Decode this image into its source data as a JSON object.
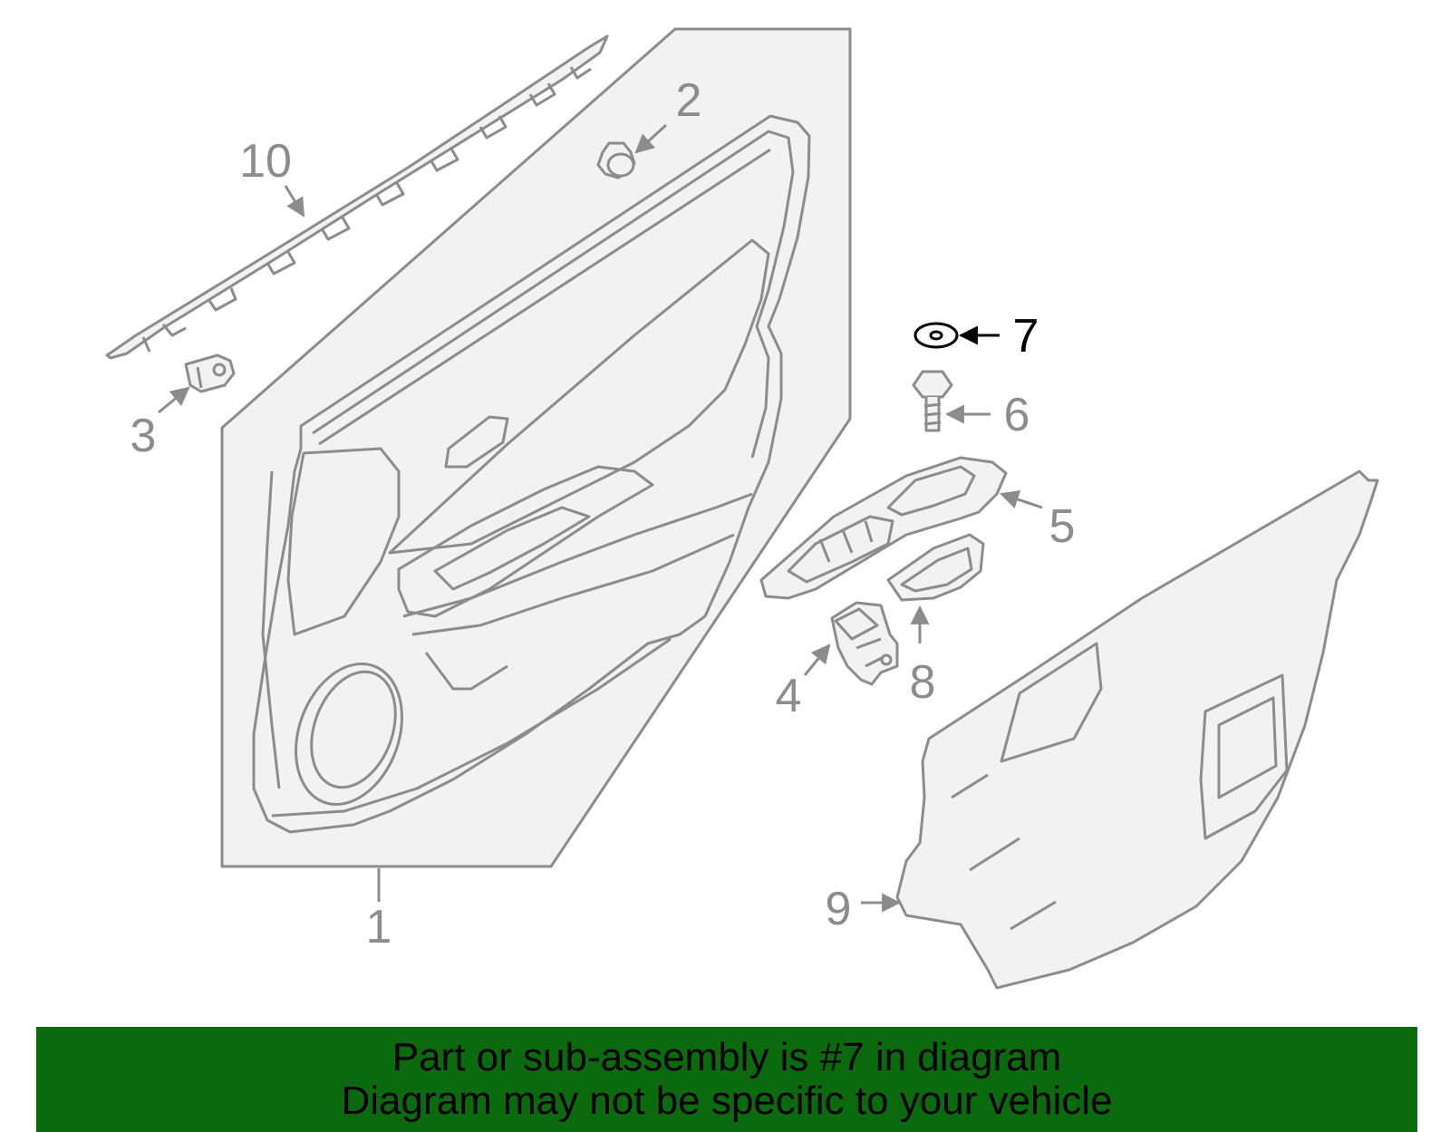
{
  "colors": {
    "line": "#8c8c8c",
    "fill": "#f2f2f2",
    "highlight": "#000000",
    "banner_bg": "#0b6a0e",
    "banner_text": "#000000"
  },
  "callouts": {
    "c1": "1",
    "c2": "2",
    "c3": "3",
    "c4": "4",
    "c5": "5",
    "c6": "6",
    "c7": "7",
    "c8": "8",
    "c9": "9",
    "c10": "10"
  },
  "highlighted_part": "7",
  "banner": {
    "line1": "Part or sub-assembly is #7 in diagram",
    "line2": "Diagram may not be specific to your vehicle"
  }
}
